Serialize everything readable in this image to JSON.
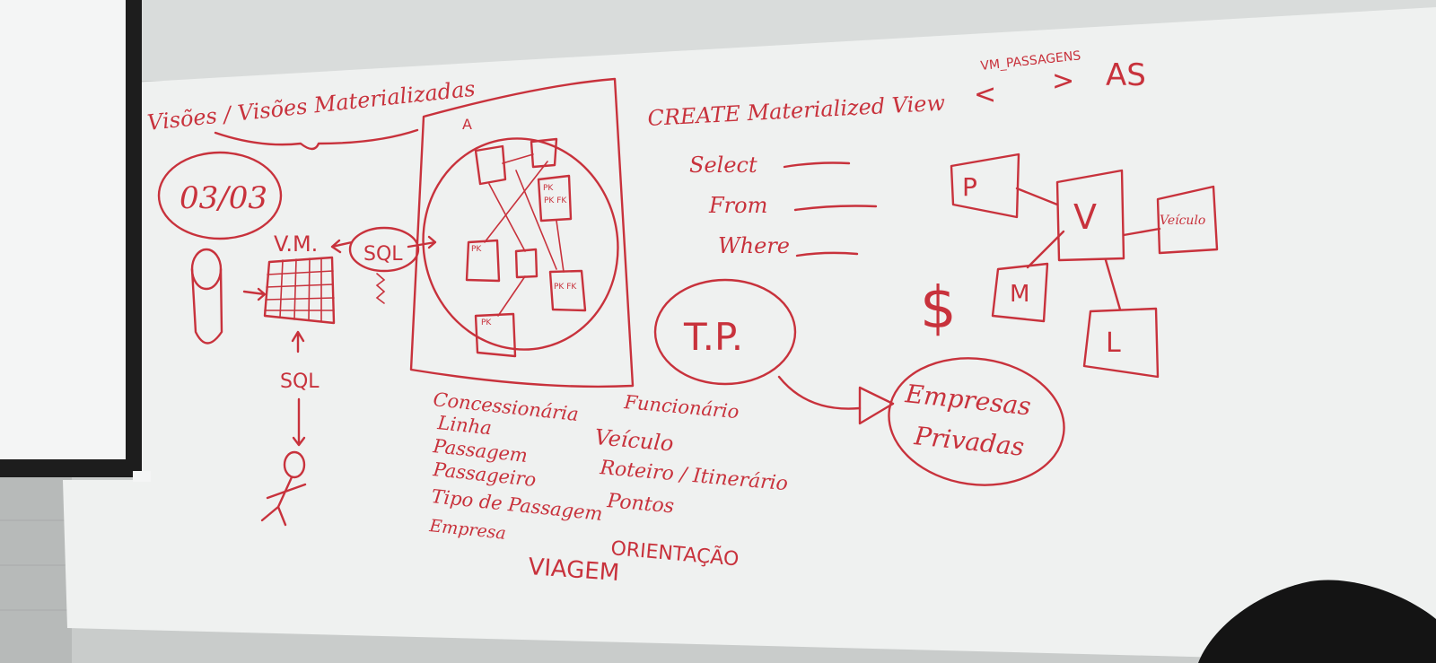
{
  "board": {
    "title": "Visões / Visões Materializadas",
    "date": "03/03",
    "vm_label": "V.M.",
    "sql_bubble": "SQL",
    "sql_below": "SQL",
    "diagram_letter": "A",
    "fk_marks": [
      "PK",
      "PK FK",
      "PK",
      "PK FK",
      "PK"
    ],
    "create_stmt": "CREATE Materialized View",
    "view_name": "VM_PASSAGENS",
    "angle_open": "<",
    "angle_close": ">",
    "as_keyword": "AS",
    "query_lines": [
      "Select",
      "From",
      "Where"
    ],
    "tp": "T.P.",
    "dollar": "$",
    "empresas_line1": "Empresas",
    "empresas_line2": "Privadas",
    "boxes": {
      "p": "P",
      "v": "V",
      "m": "M",
      "l": "L",
      "veiculo": "Veículo"
    },
    "entities_left": [
      "Concessionária",
      "Linha",
      "Passagem",
      "Passageiro",
      "Tipo de Passagem",
      "Empresa"
    ],
    "entities_right": [
      "Funcionário",
      "Veículo",
      "Roteiro / Itinerário",
      "Pontos"
    ],
    "viagem": "VIAGEM",
    "orientacao": "ORIENTAÇÃO"
  },
  "colors": {
    "ink": "#c8323c",
    "board": "#eff1f0",
    "wall": "#c9cccb",
    "frame": "#1d1d1d"
  }
}
